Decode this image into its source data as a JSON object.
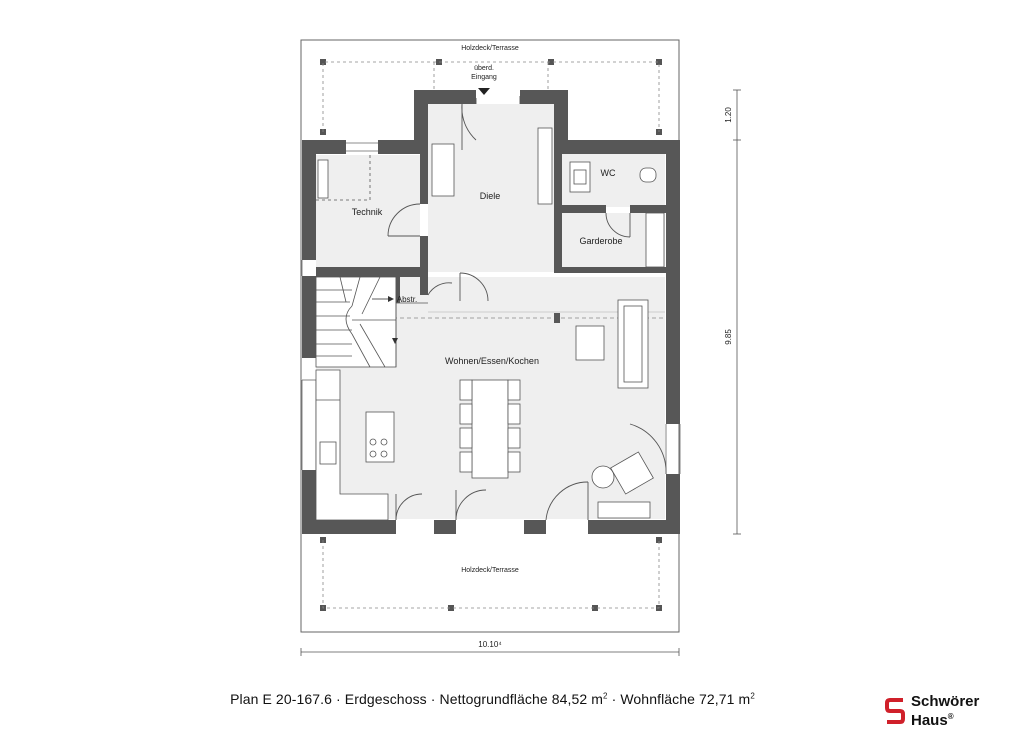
{
  "labels": {
    "deck_top": "Holzdeck/Terrasse",
    "deck_bottom": "Holzdeck/Terrasse",
    "entrance_line1": "überd.",
    "entrance_line2": "Eingang",
    "technik": "Technik",
    "diele": "Diele",
    "wc": "WC",
    "garderobe": "Garderobe",
    "abstr": "Abstr.",
    "wohnen": "Wohnen/Essen/Kochen"
  },
  "dimensions": {
    "width": "10.10⁴",
    "porch_depth": "1.20",
    "depth": "9.85"
  },
  "caption": {
    "plan": "Plan E 20-167.6",
    "floor": "Erdgeschoss",
    "net_area_label": "Nettogrundfläche 84,52 m",
    "living_area_label": "Wohnfläche 72,71 m",
    "area_unit_sup": "2",
    "separator": " · "
  },
  "logo": {
    "line1": "Schwörer",
    "line2": "Haus",
    "mark": "®",
    "brand_color": "#d0202a"
  },
  "colors": {
    "wall": "#575757",
    "floor": "#efefef",
    "line": "#555555"
  }
}
